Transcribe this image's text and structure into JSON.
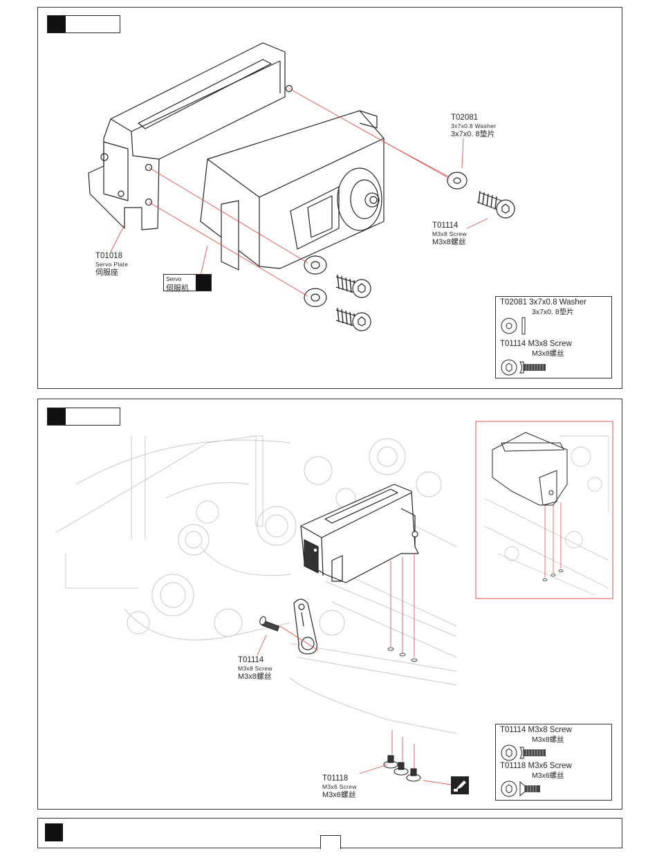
{
  "step1": {
    "callouts": {
      "washer": {
        "code": "T02081",
        "en": "3x7x0.8 Washer",
        "cn": "3x7x0. 8垫片"
      },
      "screw": {
        "code": "T01114",
        "en": "M3x8 Screw",
        "cn": "M3x8螺丝"
      },
      "plate": {
        "code": "T01018",
        "en": "Servo Plate",
        "cn": "伺服座"
      },
      "servo": {
        "en": "Servo",
        "cn": "伺服机"
      }
    },
    "legend": {
      "washer_title": "T02081 3x7x0.8 Washer",
      "washer_cn": "3x7x0. 8垫片",
      "screw_title": "T01114 M3x8 Screw",
      "screw_cn": "M3x8螺丝"
    }
  },
  "step2": {
    "callouts": {
      "screw_m3x8": {
        "code": "T01114",
        "en": "M3x8 Screw",
        "cn": "M3x8螺丝"
      },
      "screw_m3x6": {
        "code": "T01118",
        "en": "M3x6 Screw",
        "cn": "M3x6螺丝"
      }
    },
    "legend": {
      "m3x8_title": "T01114 M3x8 Screw",
      "m3x8_cn": "M3x8螺丝",
      "m3x6_title": "T01118 M3x6 Screw",
      "m3x6_cn": "M3x6螺丝"
    }
  },
  "icons": [
    "washer-icon",
    "button-head-screw-icon",
    "flat-head-screw-icon",
    "threadlock-icon",
    "hex-socket-icon"
  ],
  "colors": {
    "line": "#222222",
    "leader": "#d9534f",
    "ghost": "#c8c8c8"
  }
}
